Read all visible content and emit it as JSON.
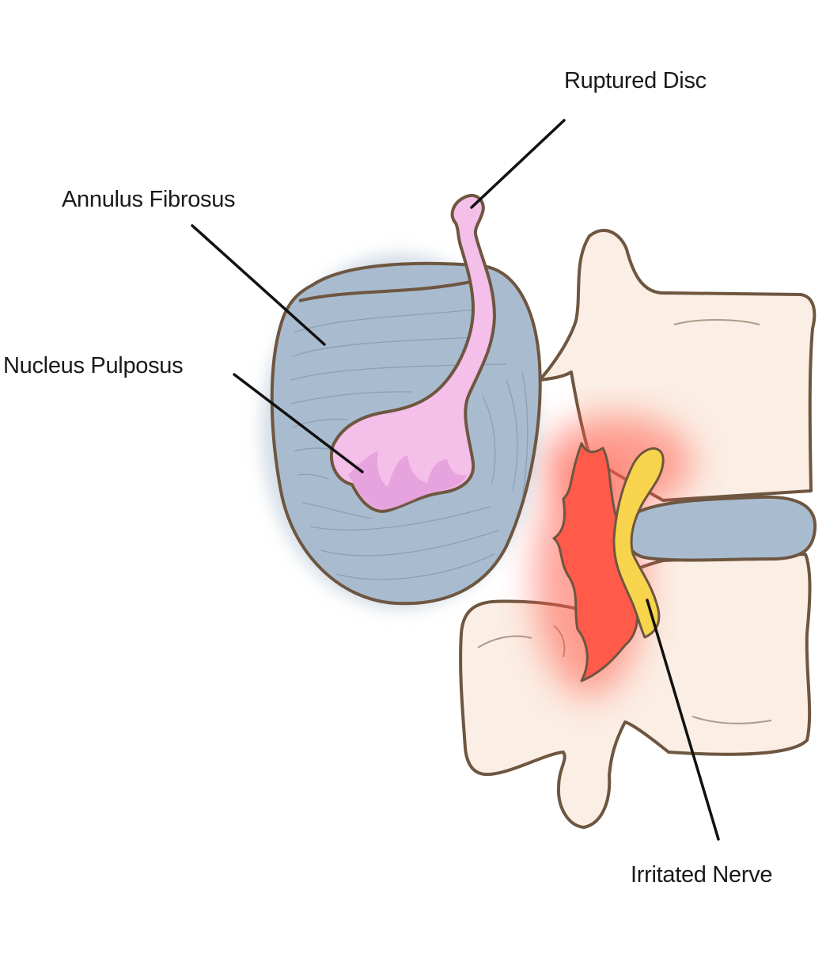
{
  "labels": {
    "ruptured_disc": "Ruptured Disc",
    "annulus_fibrosus": "Annulus Fibrosus",
    "nucleus_pulposus": "Nucleus Pulposus",
    "irritated_nerve": "Irritated Nerve"
  },
  "colors": {
    "outline": "#6e5640",
    "bone": "#fbeee4",
    "disc": "#a9bccf",
    "nucleus": "#f4bfe9",
    "nucleus_dark": "#e49cd9",
    "inflammation": "#ff5a4a",
    "nerve": "#f7d44c",
    "leader_line": "#111111"
  }
}
